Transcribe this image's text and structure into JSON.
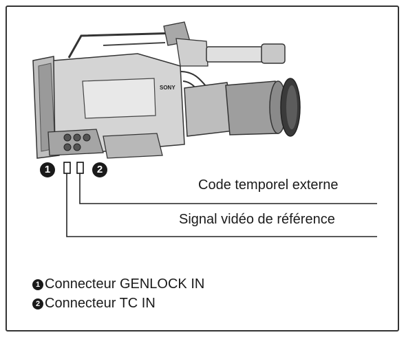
{
  "callouts": {
    "one": "1",
    "two": "2"
  },
  "cables": {
    "timecode": "Code temporel externe",
    "reference": "Signal vidéo de référence"
  },
  "legend": [
    {
      "num": "1",
      "text": "Connecteur GENLOCK IN"
    },
    {
      "num": "2",
      "text": "Connecteur TC IN"
    }
  ],
  "camera": {
    "brand": "SONY"
  }
}
